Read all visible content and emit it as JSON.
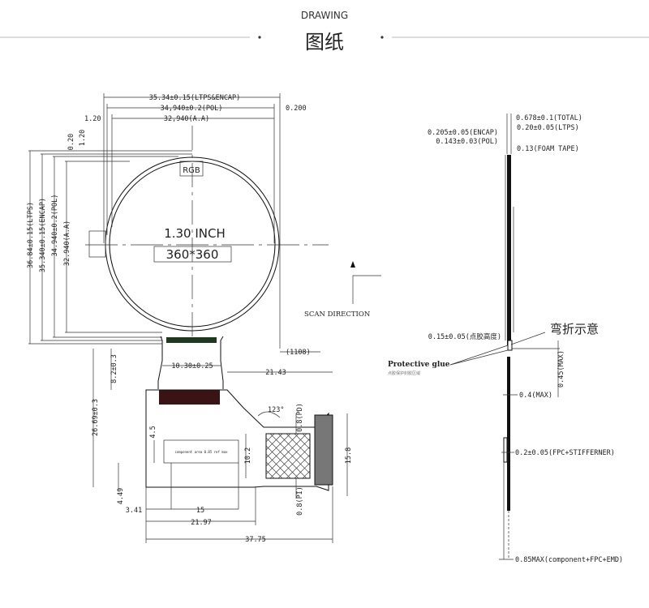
{
  "header": {
    "title_en": "DRAWING",
    "title_cn": "图纸"
  },
  "front_view": {
    "dims_top": {
      "ltps_encap": "35.34±0.15(LTPS&ENCAP)",
      "pol": "34,940±0.2(POL)",
      "right_gap": "0.200",
      "left_gap": "1.20",
      "active_area": "32,940(A.A)"
    },
    "dims_left": {
      "gap_a": "0.20",
      "gap_b": "1.20",
      "ltps": "36.84±0.15(LTPS)",
      "encap": "35.340±0.15(ENCAP)",
      "pol": "34.940±0.2(POL)",
      "active_area": "32.940(A.A)"
    },
    "rgb": "RGB",
    "size": "1.30  INCH",
    "resolution": "360*360",
    "scan_direction": "SCAN DIRECTION",
    "offset": "(1108)"
  },
  "fpc": {
    "tail_width": "10.30±0.25",
    "tail_length": "8.2±0.3",
    "right_offset": "21.43",
    "total_height": "26.69±0.3",
    "angle": "123°",
    "pad_top": "0.8(PD)",
    "pad_bottom": "0.8(PI)",
    "component_gap": "4.5",
    "component_label": "component area 0.85 ref max",
    "connector_width": "10.2",
    "connector_height": "15.8",
    "bottom_offset": "4.49",
    "left_offset": "3.41",
    "component_width": "15",
    "width_a": "21.97",
    "total_width": "37.75"
  },
  "side_view": {
    "total": "0.678±0.1(TOTAL)",
    "ltps": "0.20±0.05(LTPS)",
    "encap": "0.205±0.05(ENCAP)",
    "pol": "0.143±0.03(POL)",
    "foam": "0.13(FOAM TAPE)",
    "glue_height": "0.15±0.05(点胶高度)",
    "bend_note": "弯折示意",
    "protective_glue": "Protective glue",
    "protective_glue_cn": "点胶保护封胶区域",
    "max_a": "0.45(MAX)",
    "max_b": "0.4(MAX)",
    "fpc_stiffener": "0.2±0.05(FPC+STIFFERNER)",
    "component_max": "0.85MAX(component+FPC+EMD)"
  }
}
